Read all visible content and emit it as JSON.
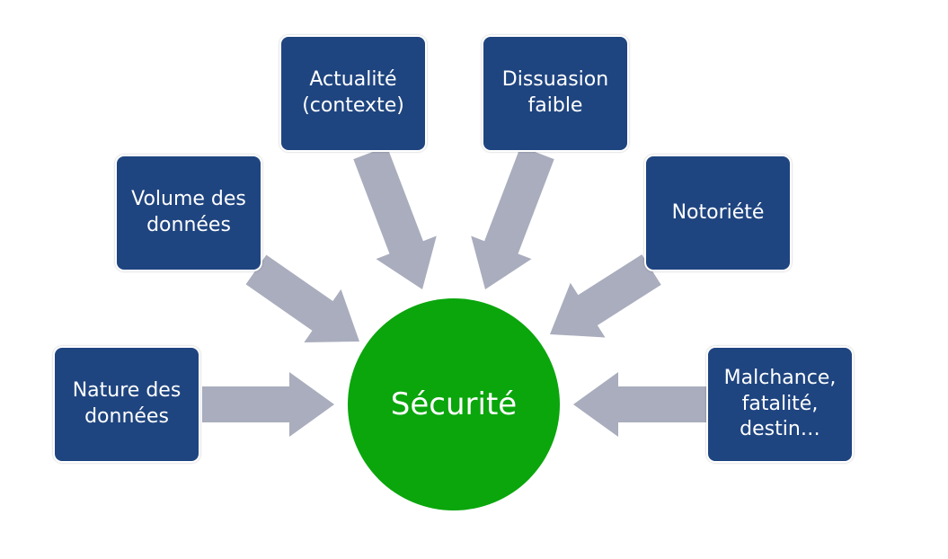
{
  "colors": {
    "box_fill": "#1f4580",
    "center_fill": "#0aa60c",
    "arrow_fill": "#a9adbd",
    "text": "#ffffff"
  },
  "center": {
    "label": "Sécurité"
  },
  "factors": [
    {
      "id": "nature",
      "label": "Nature des\ndonnées"
    },
    {
      "id": "volume",
      "label": "Volume des\ndonnées"
    },
    {
      "id": "actualite",
      "label": "Actualité\n(contexte)"
    },
    {
      "id": "dissuasion",
      "label": "Dissuasion\nfaible"
    },
    {
      "id": "notoriete",
      "label": "Notoriété"
    },
    {
      "id": "malchance",
      "label": "Malchance,\nfatalité,\ndestin…"
    }
  ]
}
